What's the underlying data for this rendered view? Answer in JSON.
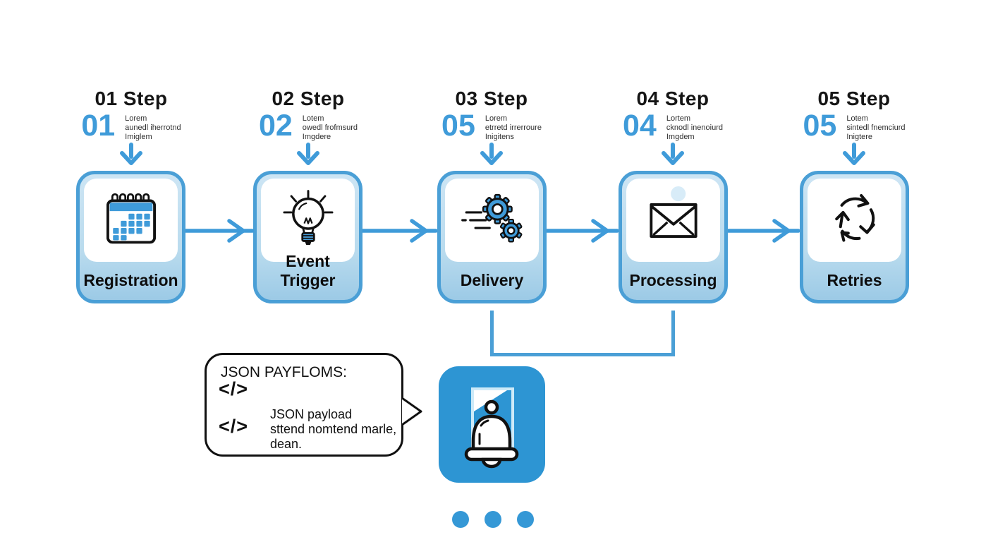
{
  "colors": {
    "accent_blue": "#3f9bd9",
    "card_border": "#4a9fd6",
    "card_fill": "#b9dbee",
    "tile_blue": "#2d95d3",
    "dot_blue": "#3598d6",
    "ink": "#111111"
  },
  "steps": [
    {
      "title": "01 Step",
      "number": "01",
      "desc": [
        "Lorem",
        "aunedl iherrotnd",
        "Imiglem"
      ],
      "label": "Registration",
      "icon": "calendar-icon"
    },
    {
      "title": "02 Step",
      "number": "02",
      "desc": [
        "Lotem",
        "owedl frofmsurd",
        "Imgdere"
      ],
      "label": "Event Trigger",
      "icon": "lightbulb-icon"
    },
    {
      "title": "03 Step",
      "number": "05",
      "desc": [
        "Lorem",
        "etrretd irrerroure",
        "Inigitens"
      ],
      "label": "Delivery",
      "icon": "gears-icon"
    },
    {
      "title": "04 Step",
      "number": "04",
      "desc": [
        "Lortem",
        "cknodl inenoiurd",
        "Imgdem"
      ],
      "label": "Processing",
      "icon": "envelope-icon"
    },
    {
      "title": "05 Step",
      "number": "05",
      "desc": [
        "Lotem",
        "sintedl fnemciurd",
        "Inigtere"
      ],
      "label": "Retries",
      "icon": "retries-icon"
    }
  ],
  "bubble": {
    "title": "JSON PAYFLOMS:",
    "code_top": "</>",
    "code_bottom": "</>",
    "body": [
      "JSON payload",
      "sttend nomtend marle,",
      "dean."
    ]
  },
  "tile": {
    "icon": "bell-icon"
  },
  "pagination": {
    "dot_count": 3
  }
}
